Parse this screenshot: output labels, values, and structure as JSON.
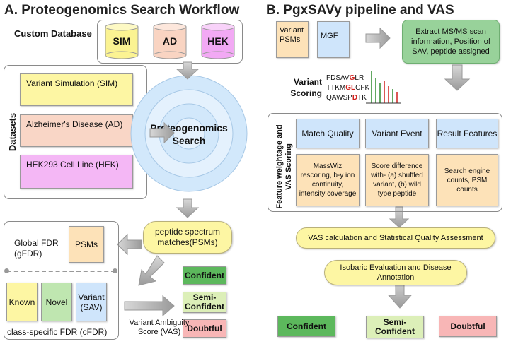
{
  "panel_a": {
    "title": "A.  Proteogenomics Search Workflow",
    "custom_database_label": "Custom Database",
    "databases": [
      "SIM",
      "AD",
      "HEK"
    ],
    "datasets_label": "Datasets",
    "dataset_sim": "Variant Simulation (SIM)",
    "dataset_ad": "Alzheimer's Disease (AD)",
    "dataset_hek": "HEK293 Cell Line (HEK)",
    "search_label": "Proteogenomics Search",
    "psm_label": "peptide spectrum matches(PSMs)",
    "gfdr_label": "Global FDR (gFDR)",
    "psms_label": "PSMs",
    "known_label": "Known",
    "novel_label": "Novel",
    "variant_label": "Variant (SAV)",
    "cfdr_label": "class-specific FDR (cFDR)",
    "confident": "Confident",
    "semi_confident": "Semi-Confident",
    "doubtful": "Doubtful",
    "vas_label": "Variant Ambiguity Score (VAS)"
  },
  "panel_b": {
    "title": "B.  PgxSAVy pipeline and VAS",
    "variant_psms": "Variant PSMs",
    "mgf": "MGF",
    "extract_box": "Extract MS/MS scan information, Position of SAV, peptide assigned",
    "variant_scoring": "Variant Scoring",
    "seq1_pre": "FDSAV",
    "seq1_mut": "G",
    "seq1_post": "LR",
    "seq2_pre": "TTKM",
    "seq2_mut": "GL",
    "seq2_post": "CFK",
    "seq3_pre": "QAWSP",
    "seq3_mut": "D",
    "seq3_post": "TK",
    "side_label": "Feature weightage and VAS Scoring",
    "col1_head": "Match Quality",
    "col2_head": "Variant Event",
    "col3_head": "Result Features",
    "col1_body": "MassWiz rescoring, b-y ion continuity, intensity coverage",
    "col2_body": "Score difference with- (a) shuffled variant, (b) wild type peptide",
    "col3_body": "Search engine counts, PSM counts",
    "vas_calc": "VAS calculation and Statistical Quality Assessment",
    "isobaric": "Isobaric Evaluation and Disease Annotation",
    "confident": "Confident",
    "semi_confident": "Semi-Confident",
    "doubtful": "Doubtful"
  },
  "colors": {
    "yellow": "#fdf6a3",
    "orange": "#fde2b8",
    "blue": "#cfe5fb",
    "green": "#5cb85c",
    "light_green": "#dcefb8",
    "pink": "#f8b6b6",
    "purple": "#f4b7f5",
    "peach": "#f9d6c6",
    "red_mutation": "#d0201c"
  }
}
